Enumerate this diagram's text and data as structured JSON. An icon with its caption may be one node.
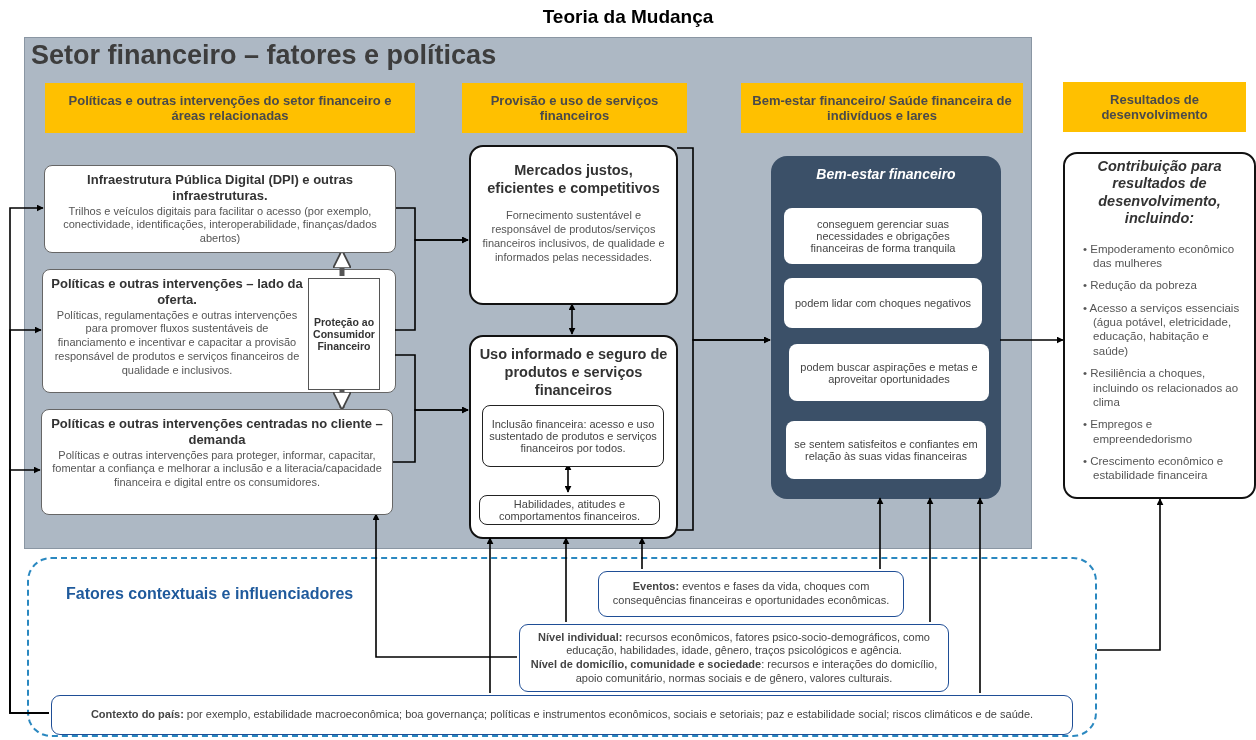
{
  "diagram": {
    "title": "Teoria da Mudança",
    "nodes": [
      {
        "text": [
          "Setor financeiro – fatores e políticas"
        ]
      },
      {
        "text": [
          "Políticas e outras intervenções do setor financeiro e áreas relacionadas"
        ],
        "in": 0
      },
      {
        "text": [
          "Provisão e uso de serviços financeiros"
        ],
        "in": 0
      },
      {
        "text": [
          "Bem-estar financeiro/ Saúde financeira de indivíduos e lares"
        ],
        "in": 0
      },
      {
        "text": [
          "Resultados de desenvolvimento"
        ]
      },
      {
        "text": [
          "Infraestrutura Pública Digital (DPI) e outras infraestruturas.",
          "Trilhos e veículos digitais para facilitar o acesso (por exemplo, conectividade, identificações, interoperabilidade, finanças/dados abertos)"
        ],
        "in": 0
      },
      {
        "text": [
          "Políticas e outras intervenções – lado da oferta.",
          "Políticas, regulamentações e outras intervenções para promover fluxos sustentáveis de financiamento e incentivar e capacitar a provisão responsável de produtos e serviços financeiros de qualidade e inclusivos."
        ],
        "in": 0
      },
      {
        "text": [
          "Proteção ao Consumidor Financeiro"
        ],
        "in": 6
      },
      {
        "text": [
          "Políticas e outras intervenções centradas no cliente – demanda",
          "Políticas e outras intervenções para proteger, informar, capacitar, fomentar a confiança e melhorar a inclusão e a literacia/capacidade financeira e digital entre os consumidores."
        ],
        "in": 0
      },
      {
        "text": [
          "Mercados justos, eficientes e competitivos",
          "Fornecimento sustentável e responsável de produtos/serviços financeiros inclusivos, de qualidade e informados pelas necessidades."
        ],
        "in": 0
      },
      {
        "text": [
          "Uso informado e seguro de produtos e serviços financeiros"
        ],
        "in": 0
      },
      {
        "text": [
          "Inclusão financeira: acesso e uso sustentado de produtos e serviços financeiros por todos."
        ],
        "in": 10
      },
      {
        "text": [
          "Habilidades, atitudes e comportamentos financeiros."
        ],
        "in": 10
      },
      {
        "text": [
          "Bem-estar financeiro"
        ],
        "in": 0
      },
      {
        "text": [
          "conseguem gerenciar suas necessidades e obrigações financeiras de forma tranquila"
        ],
        "in": 13
      },
      {
        "text": [
          "podem lidar com choques negativos"
        ],
        "in": 13
      },
      {
        "text": [
          "podem buscar aspirações e metas e aproveitar oportunidades"
        ],
        "in": 13
      },
      {
        "text": [
          "se sentem satisfeitos e confiantes em relação às suas vidas financeiras"
        ],
        "in": 13
      },
      {
        "text": [
          "Contribuição para resultados de desenvolvimento, incluindo:",
          "• Empoderamento econômico das mulheres",
          "• Redução da pobreza",
          "• Acesso a serviços essenciais (água potável, eletricidade, educação, habitação e saúde)",
          "• Resiliência a choques, incluindo os relacionados ao clima",
          "• Empregos e empreendedorismo",
          "• Crescimento econômico e estabilidade financeira"
        ]
      },
      {
        "text": [
          "Fatores contextuais e influenciadores"
        ]
      },
      {
        "text": [
          "**Eventos:** eventos e fases da vida, choques com consequências financeiras e oportunidades econômicas."
        ],
        "in": 19
      },
      {
        "text": [
          "**Nível individual:** recursos econômicos, fatores psico-socio-demográficos, como educação, habilidades, idade, gênero, traços psicológicos e agência.",
          "**Nível de domicílio, comunidade e sociedade**: recursos e interações do domicílio, apoio comunitário, normas sociais e de gênero, valores culturais."
        ],
        "in": 19
      },
      {
        "text": [
          "**Contexto do país:** por exemplo, estabilidade macroeconômica; boa governança; políticas e instrumentos econômicos, sociais e setoriais; paz e estabilidade social; riscos climáticos e de saúde."
        ],
        "in": 19
      }
    ],
    "edges": [
      {
        "from": 5,
        "to": 9,
        "arrow": "to"
      },
      {
        "from": 6,
        "to": 9,
        "arrow": "to"
      },
      {
        "from": 6,
        "to": 10,
        "arrow": "to"
      },
      {
        "from": 8,
        "to": 10,
        "arrow": "to"
      },
      {
        "from": 7,
        "to": 5,
        "arrow": "to",
        "style": "thick"
      },
      {
        "from": 7,
        "to": 8,
        "arrow": "to",
        "style": "thick"
      },
      {
        "from": 9,
        "to": 10,
        "arrow": "both"
      },
      {
        "from": 11,
        "to": 12,
        "arrow": "both"
      },
      {
        "from": 9,
        "to": 13,
        "arrow": "to"
      },
      {
        "from": 10,
        "to": 13,
        "arrow": "to"
      },
      {
        "from": 13,
        "to": 18,
        "arrow": "to"
      },
      {
        "from": 22,
        "to": 5,
        "arrow": "to"
      },
      {
        "from": 22,
        "to": 6,
        "arrow": "to"
      },
      {
        "from": 22,
        "to": 8,
        "arrow": "to"
      },
      {
        "from": 21,
        "to": 8,
        "arrow": "to"
      },
      {
        "from": 22,
        "to": 10,
        "arrow": "to"
      },
      {
        "from": 21,
        "to": 10,
        "arrow": "to"
      },
      {
        "from": 20,
        "to": 10,
        "arrow": "to"
      },
      {
        "from": 20,
        "to": 13,
        "arrow": "to"
      },
      {
        "from": 21,
        "to": 13,
        "arrow": "to"
      },
      {
        "from": 22,
        "to": 13,
        "arrow": "to"
      },
      {
        "from": 19,
        "to": 18,
        "arrow": "to"
      }
    ]
  }
}
